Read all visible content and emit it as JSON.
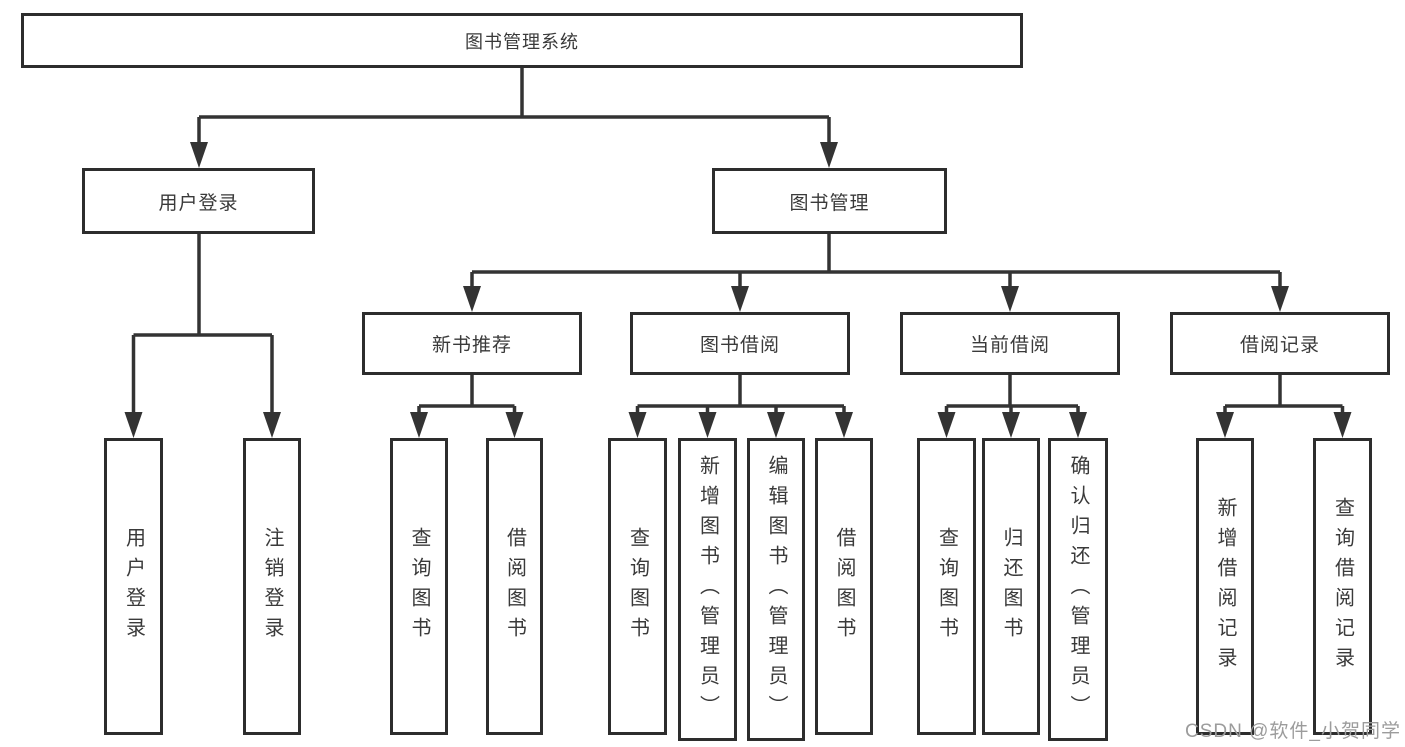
{
  "tree": {
    "label": "图书管理系统",
    "children": [
      {
        "label": "用户登录",
        "children": [
          {
            "label": "用户登录"
          },
          {
            "label": "注销登录"
          }
        ]
      },
      {
        "label": "图书管理",
        "children": [
          {
            "label": "新书推荐",
            "children": [
              {
                "label": "查询图书"
              },
              {
                "label": "借阅图书"
              }
            ]
          },
          {
            "label": "图书借阅",
            "children": [
              {
                "label": "查询图书"
              },
              {
                "label": "新增图书（管理员）"
              },
              {
                "label": "编辑图书（管理员）"
              },
              {
                "label": "借阅图书"
              }
            ]
          },
          {
            "label": "当前借阅",
            "children": [
              {
                "label": "查询图书"
              },
              {
                "label": "归还图书"
              },
              {
                "label": "确认归还（管理员）"
              }
            ]
          },
          {
            "label": "借阅记录",
            "children": [
              {
                "label": "新增借阅记录"
              },
              {
                "label": "查询借阅记录"
              }
            ]
          }
        ]
      }
    ]
  },
  "watermark": {
    "text": "CSDN @软件_小贺同学"
  },
  "colors": {
    "line": "#333333",
    "box_border": "#2d2d2d",
    "text": "#3a3a3a",
    "watermark": "#9c9c9c",
    "background": "#ffffff"
  }
}
